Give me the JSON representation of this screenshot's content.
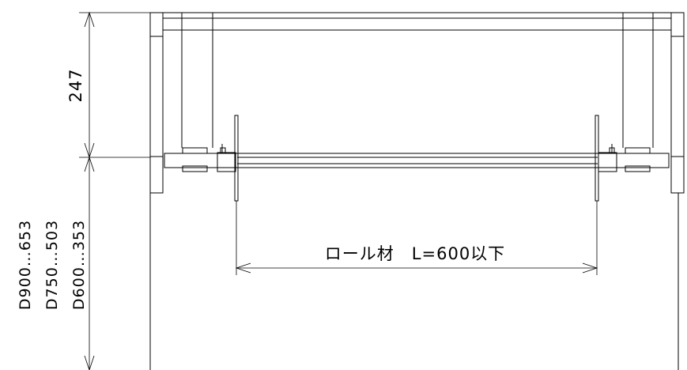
{
  "dimensions": {
    "height_top": "247",
    "roll_length": "ロール材　L=600以下",
    "depth_notes": [
      "D900…653",
      "D750…503",
      "D600…353"
    ]
  }
}
